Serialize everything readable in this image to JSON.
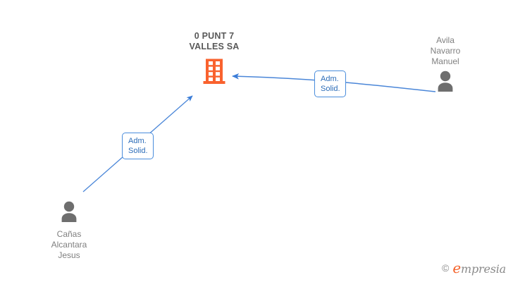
{
  "diagram": {
    "type": "company-relationship-graph",
    "background_color": "#ffffff",
    "company": {
      "name": "0 PUNT 7\nVALLES SA",
      "icon": "building-icon",
      "icon_color": "#f9622e"
    },
    "persons": [
      {
        "id": "person-right",
        "name": "Avila\nNavarro\nManuel",
        "icon": "person-icon",
        "icon_color": "#6e6e6e",
        "label_position": "above"
      },
      {
        "id": "person-left",
        "name": "Cañas\nAlcantara\nJesus",
        "icon": "person-icon",
        "icon_color": "#6e6e6e",
        "label_position": "below"
      }
    ],
    "relations": [
      {
        "id": "rel-right",
        "label": "Adm.\nSolid.",
        "from": "person-right",
        "to": "company",
        "arrow_color": "#4a86d8"
      },
      {
        "id": "rel-left",
        "label": "Adm.\nSolid.",
        "from": "person-left",
        "to": "company",
        "arrow_color": "#4a86d8"
      }
    ],
    "watermark": {
      "copyright": "©",
      "brand_initial": "e",
      "brand_rest": "mpresia",
      "brand_color": "#f4622a",
      "text_color": "#8a8a8a"
    }
  }
}
